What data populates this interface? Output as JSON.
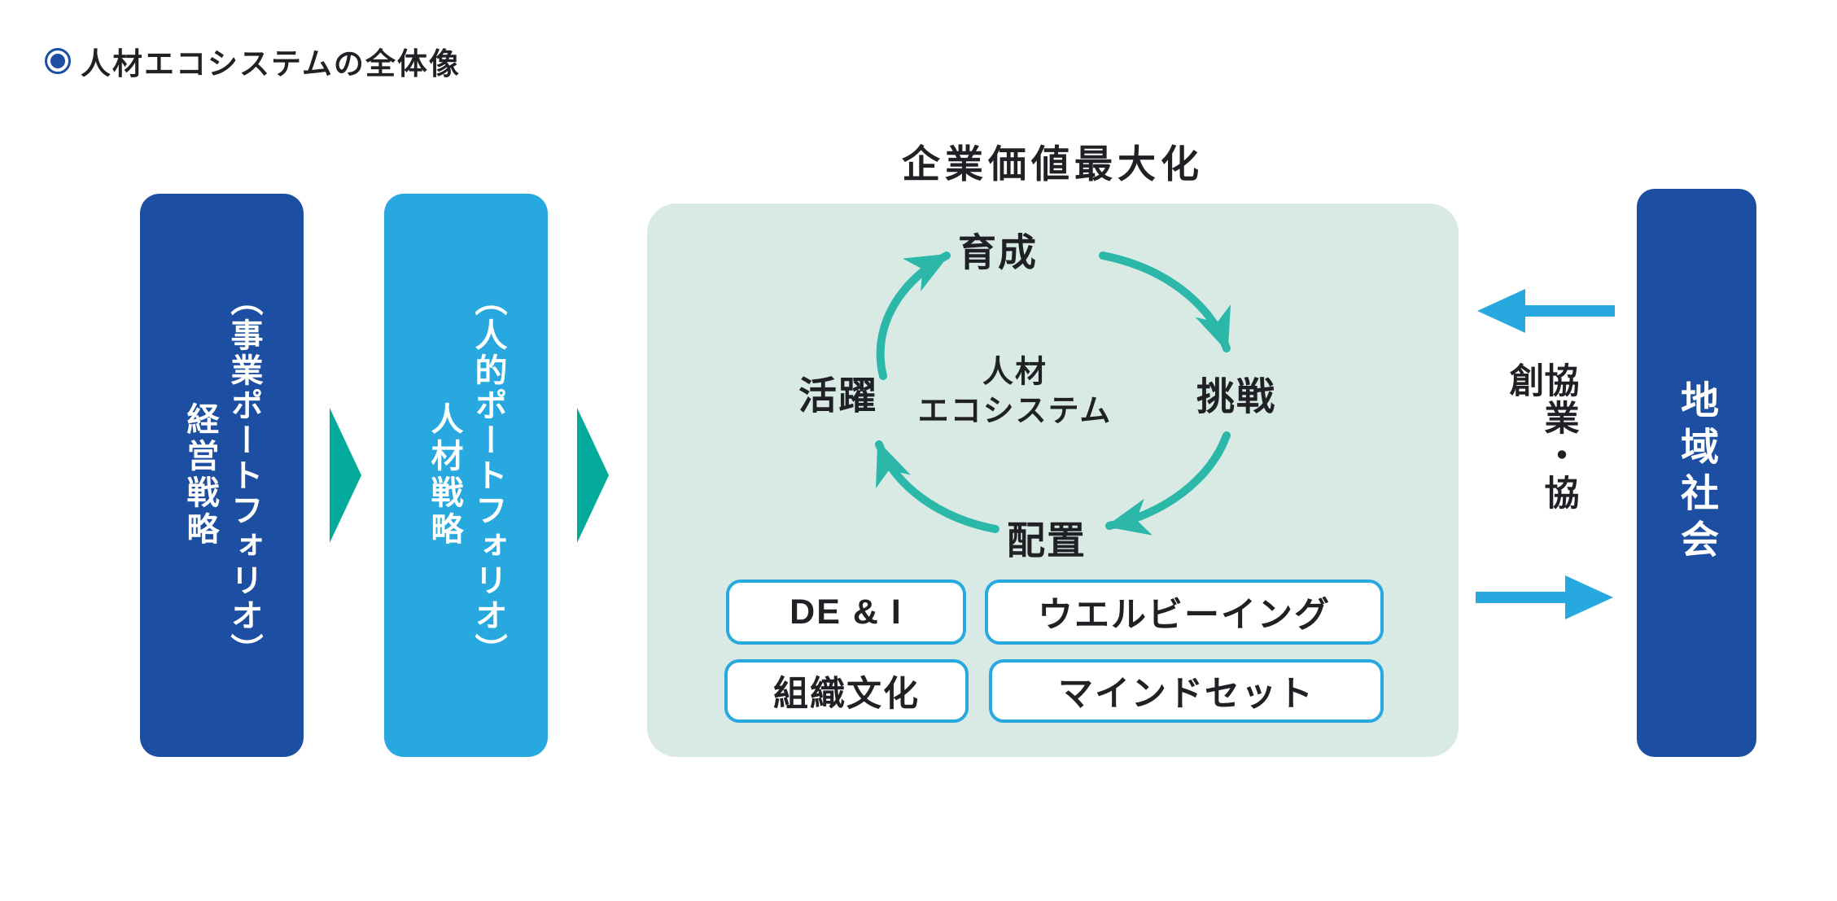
{
  "header": {
    "title": "人材エコシステムの全体像"
  },
  "flow": {
    "boxes": [
      {
        "label": "経営戦略",
        "sublabel": "（事業ポートフォリオ）",
        "color": "#1c4fa1"
      },
      {
        "label": "人材戦略",
        "sublabel": "（人的ポートフォリオ）",
        "color": "#27a9e0"
      }
    ],
    "arrow_color": "#03a99b"
  },
  "ecosystem": {
    "heading": "企業価値最大化",
    "panel_color": "#d9eae5",
    "center_label_line1": "人材",
    "center_label_line2": "エコシステム",
    "cycle": [
      {
        "label": "育成",
        "position": "top"
      },
      {
        "label": "挑戦",
        "position": "right"
      },
      {
        "label": "配置",
        "position": "bottom"
      },
      {
        "label": "活躍",
        "position": "left"
      }
    ],
    "cycle_arrow_color": "#2bb8a9",
    "foundation_boxes": [
      {
        "label": "DE & I"
      },
      {
        "label": "ウエルビーイング"
      },
      {
        "label": "組織文化"
      },
      {
        "label": "マインドセット"
      }
    ],
    "foundation_border_color": "#27a9e0"
  },
  "community": {
    "label": "地域社会",
    "box_color": "#1c4fa1",
    "relation_label": "協業・協創",
    "arrow_color": "#27a9e0"
  }
}
